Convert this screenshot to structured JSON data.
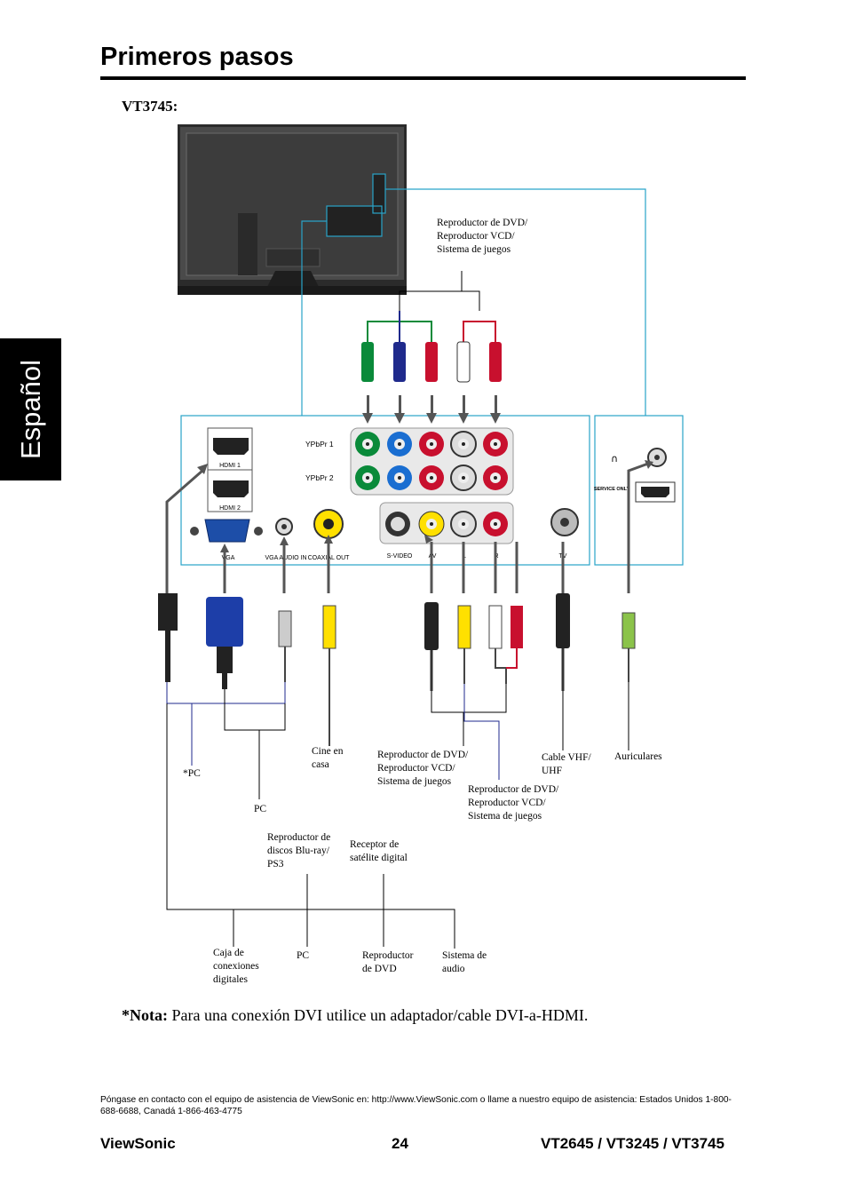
{
  "header": {
    "title": "Primeros pasos",
    "side_tab": "Español"
  },
  "model_label": "VT3745:",
  "panel_labels": {
    "ypbpr1": "YPbPr 1",
    "ypbpr2": "YPbPr 2",
    "hdmi1": "HDMI 1",
    "hdmi2": "HDMI 2",
    "vga": "VGA",
    "vga_audio": "VGA AUDIO IN",
    "coax": "COAXIAL OUT",
    "svideo": "S-VIDEO",
    "av": "AV",
    "l": "L",
    "r": "R",
    "tv": "TV",
    "service": "SERVICE ONLY"
  },
  "callouts": {
    "dvd_top_1": "Reproductor de DVD/",
    "dvd_top_2": "Reproductor VCD/",
    "dvd_top_3": "Sistema de juegos",
    "cine_1": "Cine en",
    "cine_2": "casa",
    "dvd_mid_1": "Reproductor de DVD/",
    "dvd_mid_2": "Reproductor VCD/",
    "dvd_mid_3": "Sistema de juegos",
    "dvd_low_1": "Reproductor de DVD/",
    "dvd_low_2": "Reproductor VCD/",
    "dvd_low_3": "Sistema de juegos",
    "cable_1": "Cable VHF/",
    "cable_2": "UHF",
    "auriculares": "Auriculares",
    "pc_star": "*PC",
    "pc": "PC",
    "bluray_1": "Reproductor de",
    "bluray_2": "discos Blu-ray/",
    "bluray_3": "PS3",
    "sat_1": "Receptor de",
    "sat_2": "satélite digital",
    "caja_1": "Caja de",
    "caja_2": "conexiones",
    "caja_3": "digitales",
    "pc_bottom": "PC",
    "dvd_bottom_1": "Reproductor",
    "dvd_bottom_2": "de DVD",
    "audio_1": "Sistema de",
    "audio_2": "audio"
  },
  "note": {
    "bold": "*Nota:",
    "text": " Para una conexión DVI utilice un adaptador/cable DVI-a-HDMI."
  },
  "contact": "Póngase en contacto con el equipo de asistencia de ViewSonic en: http://www.ViewSonic.com o llame a nuestro equipo de asistencia: Estados Unidos 1-800-688-6688, Canadá 1-866-463-4775",
  "footer": {
    "brand": "ViewSonic",
    "page": "24",
    "models": "VT2645 / VT3245 / VT3745"
  },
  "colors": {
    "cyan_line": "#29a3c9",
    "blue_line": "#1f2a8c",
    "red": "#c8102e",
    "green": "#0a8a3a",
    "yellow": "#ffe000"
  }
}
